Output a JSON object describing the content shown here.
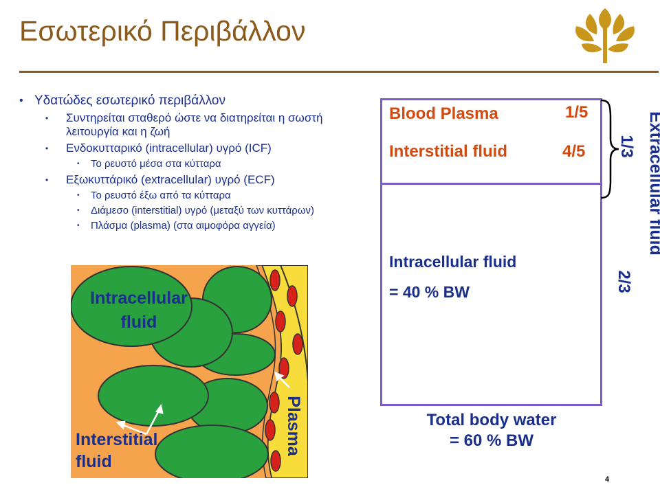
{
  "title": "Εσωτερικό Περιβάλλον",
  "bullets": {
    "main": "Υδατώδες εσωτερικό περιβάλλον",
    "sub1": "Συντηρείται σταθερό ώστε να διατηρείται η σωστή λειτουργία και η ζωή",
    "sub2": "Ενδοκυτταρικό (intracellular) υγρό (ICF)",
    "sub2a": "Το ρευστό μέσα στα κύτταρα",
    "sub3": "Εξωκυττάρικό (extracellular) υγρό (ECF)",
    "sub3a": "Το ρευστό έξω από τα κύτταρα",
    "sub3b": "Διάμεσο (interstitial) υγρό (μεταξύ των κυττάρων)",
    "sub3c": "Πλάσμα (plasma) (στα αιμοφόρα αγγεία)"
  },
  "tissue_diagram": {
    "intracellular_label_line1": "Intracellular",
    "intracellular_label_line2": "fluid",
    "interstitial_label_line1": "Interstitial",
    "interstitial_label_line2": "fluid",
    "plasma_label": "Plasma"
  },
  "body_water": {
    "blood_plasma": "Blood Plasma",
    "blood_plasma_fraction": "1/5",
    "interstitial": "Interstitial fluid",
    "interstitial_fraction": "4/5",
    "intracellular": "Intracellular fluid",
    "intracellular_value": "=  40 % BW",
    "extracellular_label": "Extracellular fluid",
    "extracellular_fraction": "1/3",
    "intracellular_fraction": "2/3",
    "total_line1": "Total body water",
    "total_line2": "= 60 % BW"
  },
  "page_number": "4",
  "colors": {
    "title": "#8b5a1a",
    "text": "#1a2f8c",
    "tissue_bg": "#f5a34d",
    "cell": "#2aa13f",
    "vessel": "#f7dc3c",
    "rbc": "#d6221a",
    "box_border": "#7b5cc8",
    "plasma_text": "#d24a0f"
  }
}
